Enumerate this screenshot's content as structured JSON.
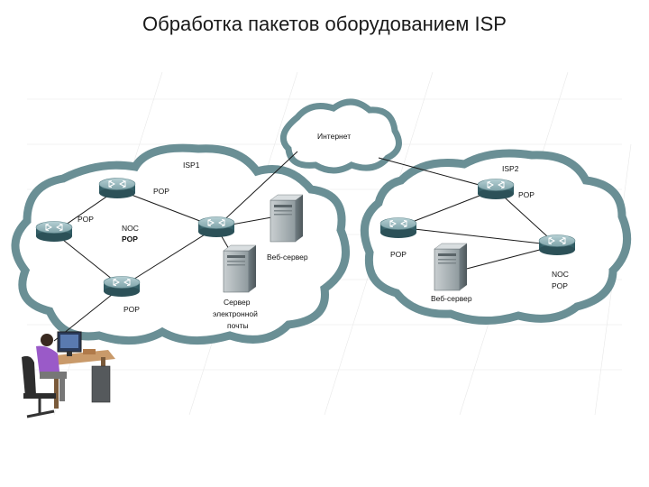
{
  "title": "Обработка пакетов оборудованием ISP",
  "internet_label": "Интернет",
  "isp1": {
    "name": "ISP1",
    "pop_right": "POP",
    "pop_left": "POP",
    "noc_line1": "NOC",
    "noc_line2": "POP",
    "web_server": "Веб-сервер",
    "mail_line1": "Сервер",
    "mail_line2": "электронной",
    "mail_line3": "почты",
    "pop_bottom": "POP"
  },
  "isp2": {
    "name": "ISP2",
    "pop_top": "POP",
    "pop_left": "POP",
    "noc_line1": "NOC",
    "noc_line2": "POP",
    "web_server": "Веб-сервер"
  },
  "colors": {
    "cloud_fill": "#ffffff",
    "cloud_stroke": "#6a8f95",
    "router_top": "#8fb3b8",
    "router_side": "#3d6a72",
    "server_body": "#9aa4a8",
    "link": "#1a1a1a"
  },
  "icons": [
    "router-icon",
    "server-icon",
    "user-workstation-icon",
    "cloud-icon"
  ]
}
